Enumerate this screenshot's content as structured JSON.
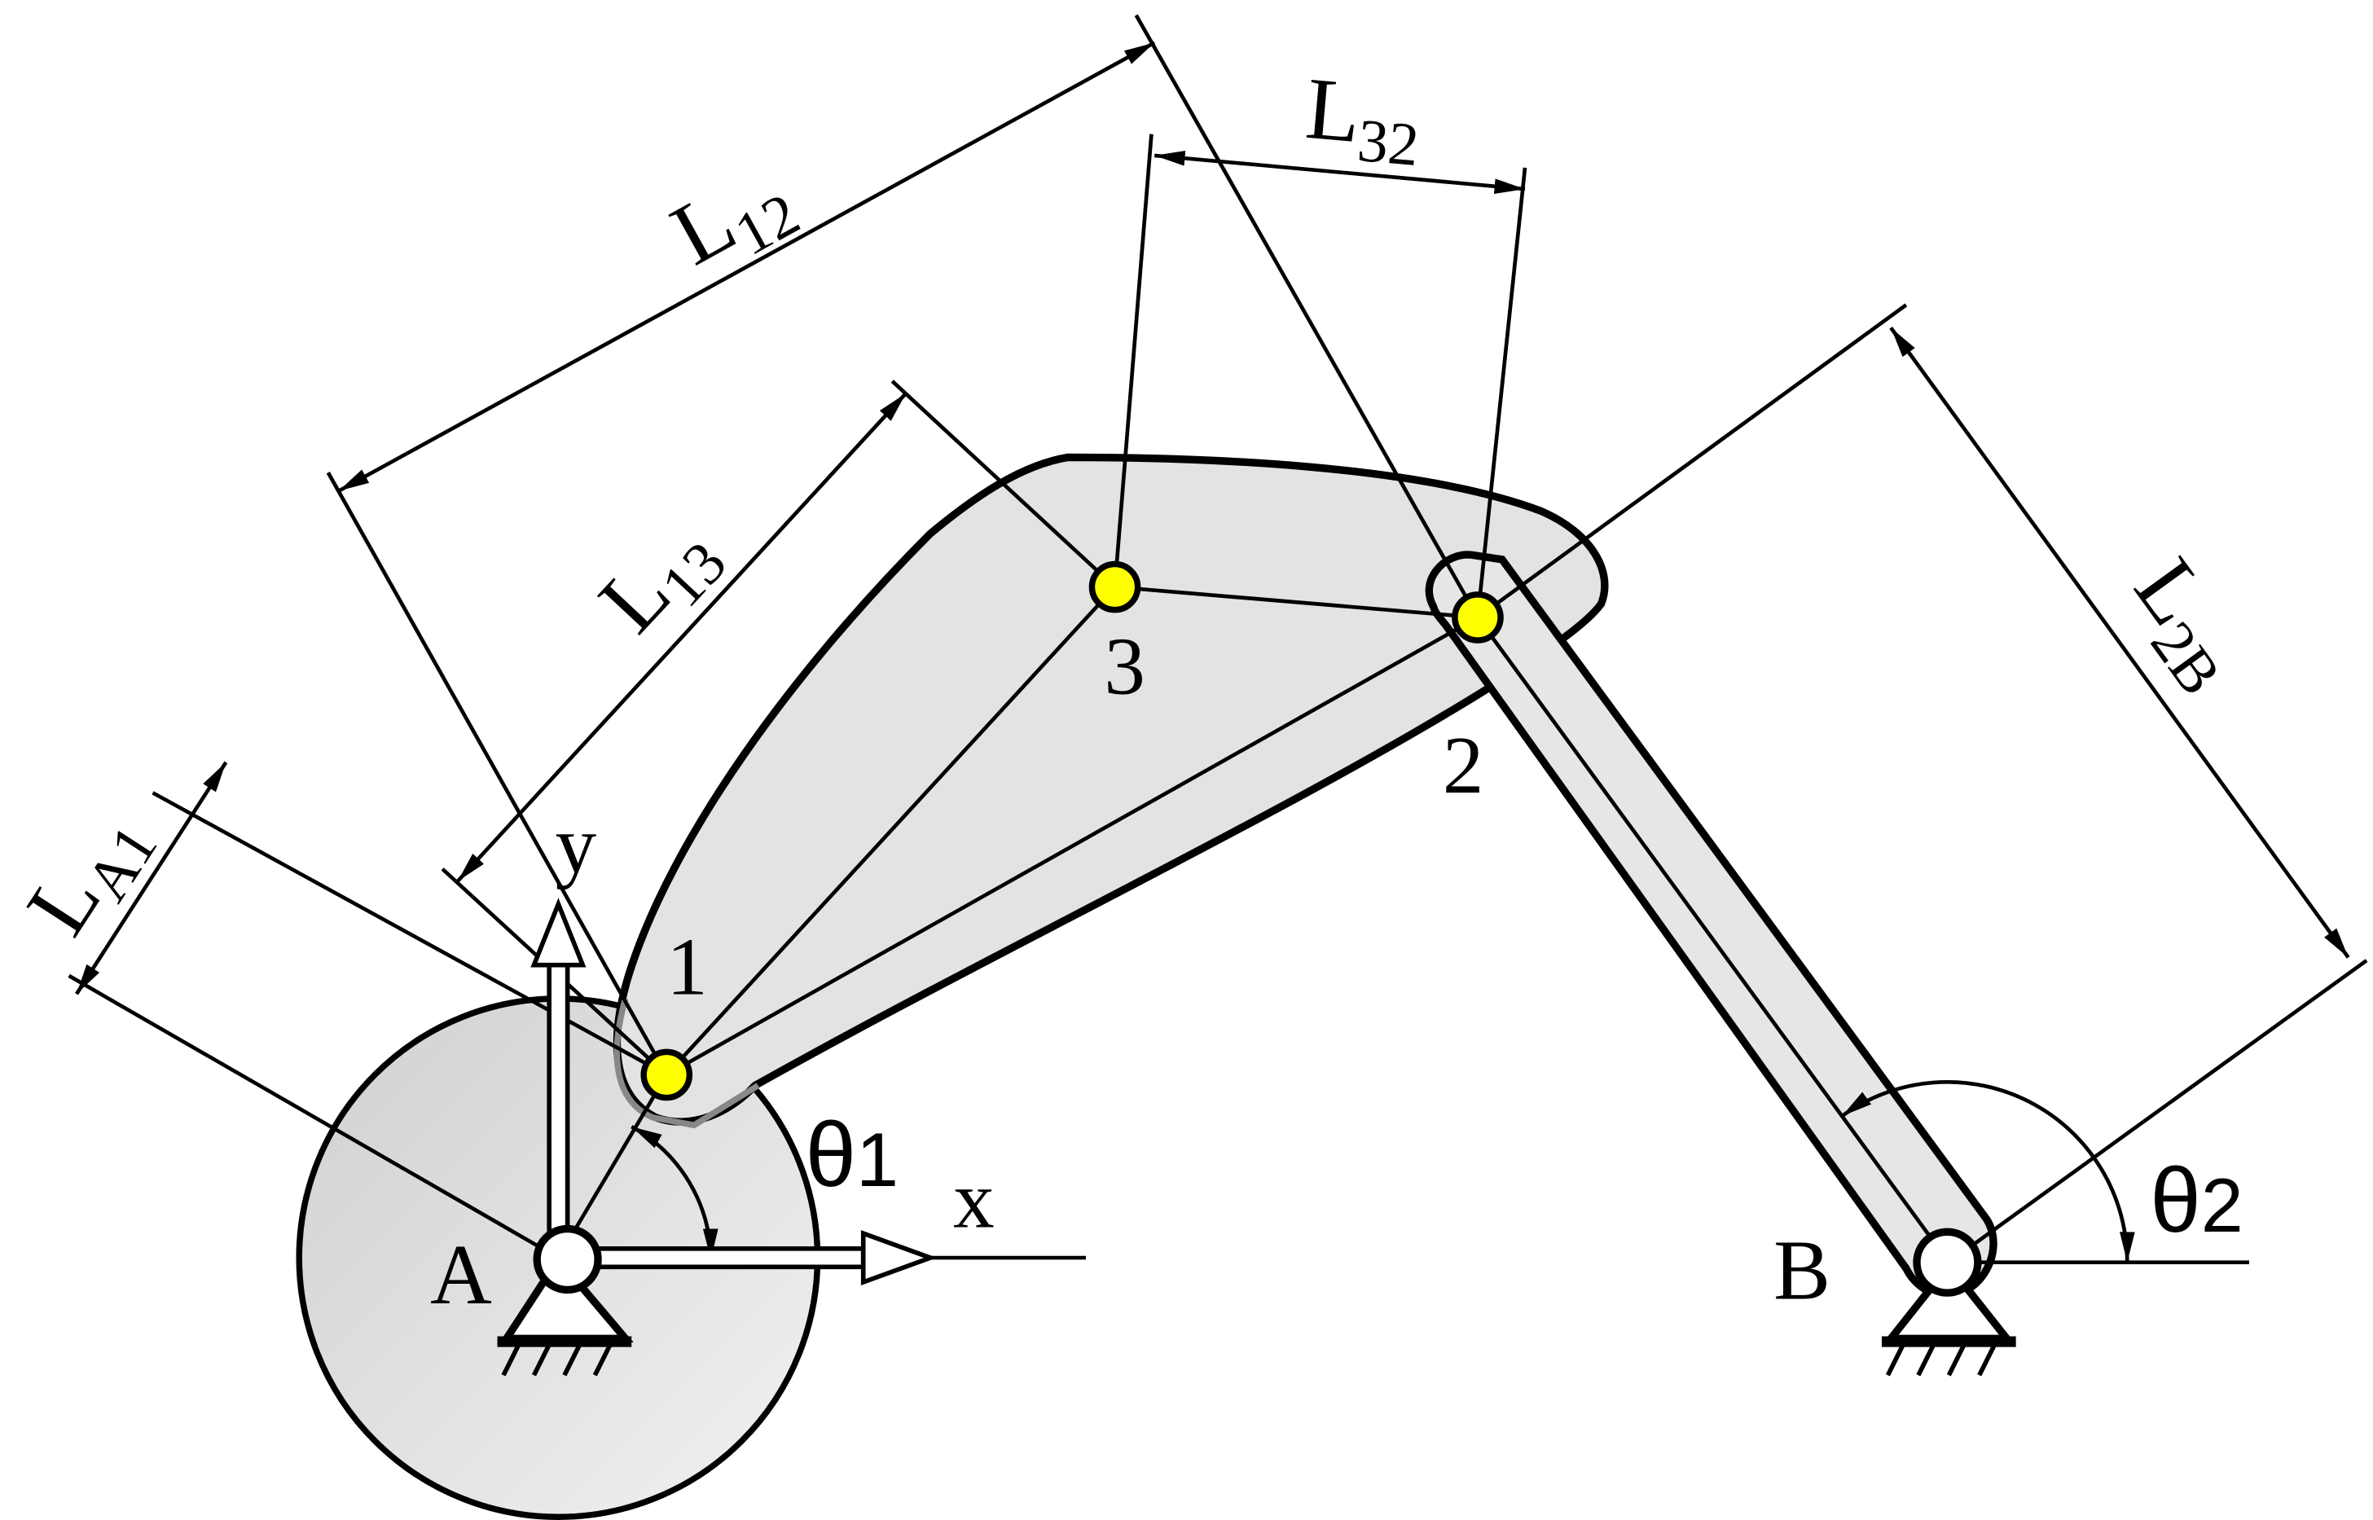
{
  "colors": {
    "link_fill": "#e3e3e3",
    "crank_fill": "#e6e6e6",
    "joint_fill": "#ffff00",
    "line": "#000000",
    "background": "#ffffff"
  },
  "axes": {
    "x_label": "x",
    "y_label": "y"
  },
  "pivots": {
    "a_label": "A",
    "b_label": "B"
  },
  "points": {
    "p1": "1",
    "p2": "2",
    "p3": "3"
  },
  "angles": {
    "theta1": {
      "base": "θ",
      "sub": "1"
    },
    "theta2": {
      "base": "θ",
      "sub": "2"
    }
  },
  "dimensions": {
    "la1": {
      "base": "L",
      "sub": "A1"
    },
    "l12": {
      "base": "L",
      "sub": "12"
    },
    "l13": {
      "base": "L",
      "sub": "13"
    },
    "l32": {
      "base": "L",
      "sub": "32"
    },
    "l2b": {
      "base": "L",
      "sub": "2B"
    }
  },
  "icons": [
    "ground-support-icon",
    "pin-joint-icon",
    "arrowhead-icon"
  ]
}
